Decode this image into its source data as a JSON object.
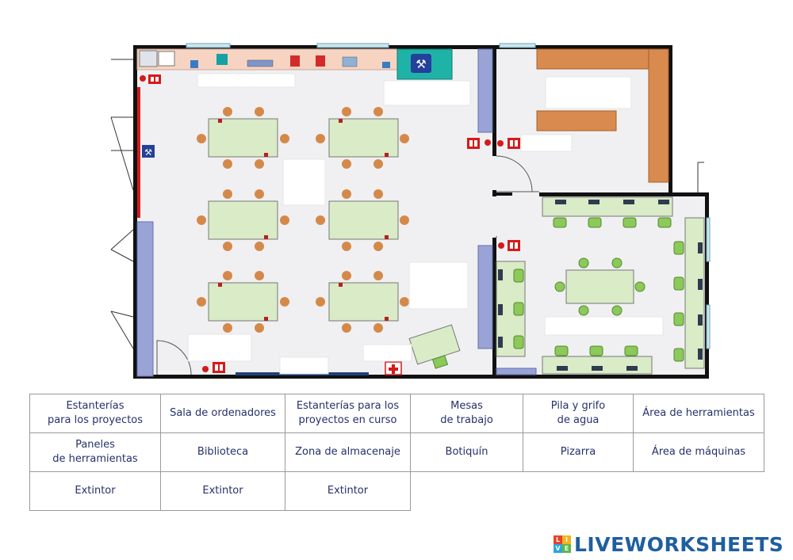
{
  "labels": [
    [
      "Estanterías\npara los proyectos",
      "Sala de ordenadores",
      "Estanterías para los\nproyectos en curso",
      "Mesas\nde trabajo",
      "Pila y grifo\nde agua",
      "Área de herramientas"
    ],
    [
      "Paneles\nde herramientas",
      "Biblioteca",
      "Zona de almacenaje",
      "Botiquín",
      "Pizarra",
      "Área de máquinas"
    ],
    [
      "Extintor",
      "Extintor",
      "Extintor"
    ]
  ],
  "brand": {
    "name": "LIVEWORKSHEETS",
    "icon_letters": [
      "L",
      "I",
      "V",
      "E"
    ]
  },
  "colors": {
    "wall": "#111111",
    "floor": "#f0f0f2",
    "table": "#d9ebc7",
    "chair": "#d4894a",
    "shelf": "#9aa3d6",
    "library": "#d98a4e",
    "counter": "#f7d4c2",
    "tool_area": "#1fb3a8",
    "computer_chair": "#8cc95a",
    "extinguisher": "#d41a1a",
    "brand_blue": "#1f5f9f"
  }
}
